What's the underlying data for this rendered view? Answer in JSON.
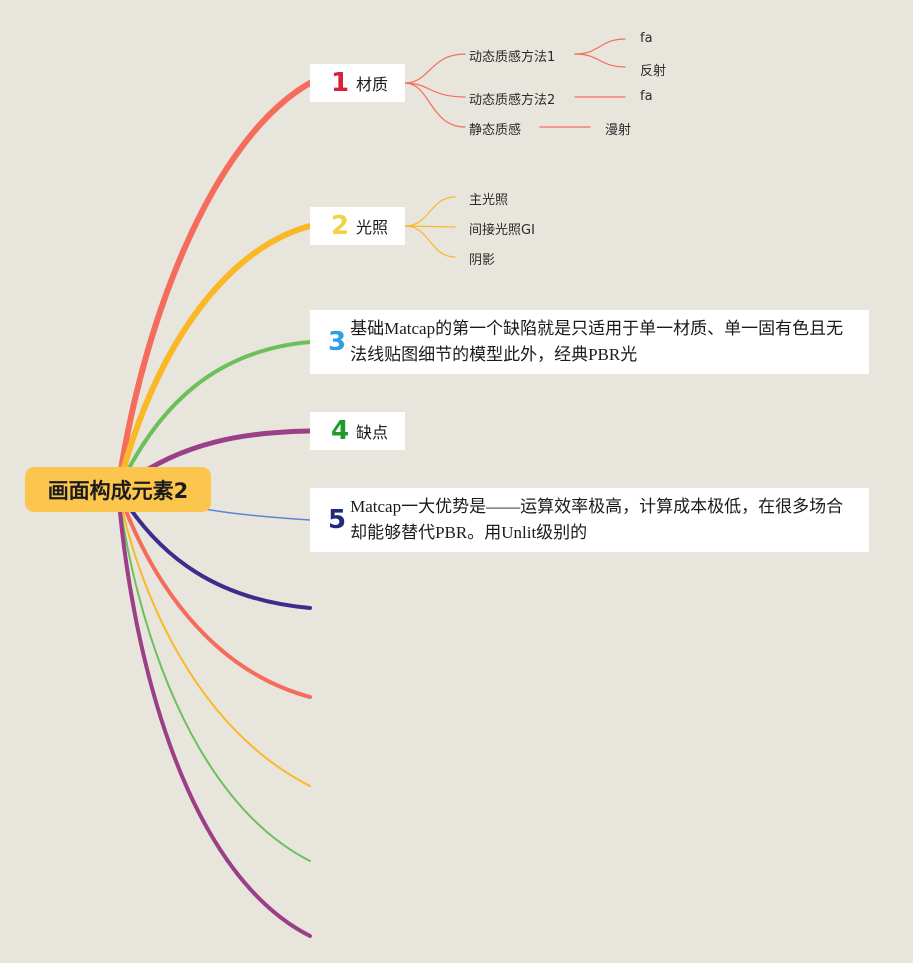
{
  "root": {
    "title": "画面构成元素2"
  },
  "colors": {
    "background": "#e8e5dd",
    "root_fill": "#fcc64e",
    "red": "#f56c5c",
    "yellow": "#fbb826",
    "green": "#6cc05a",
    "purple": "#9b3f86",
    "navy": "#3c2d8c",
    "blue": "#5b84d6",
    "num1": "#d9203d",
    "num2": "#f3d24a",
    "num3": "#2b9fe6",
    "num4": "#1e9b2a",
    "num5": "#1f2a7a"
  },
  "topics": [
    {
      "number": "1",
      "label": "材质"
    },
    {
      "number": "2",
      "label": "光照"
    },
    {
      "number": "3",
      "label": "基础Matcap的第一个缺陷就是只适用于单一材质、单一固有色且无法线贴图细节的模型此外，经典PBR光"
    },
    {
      "number": "4",
      "label": "缺点"
    },
    {
      "number": "5",
      "label": "Matcap一大优势是——运算效率极高，计算成本极低，在很多场合却能够替代PBR。用Unlit级别的"
    }
  ],
  "material": {
    "method1": "动态质感方法1",
    "method1_children": [
      "fa",
      "反射"
    ],
    "method2": "动态质感方法2",
    "method2_children": [
      "fa"
    ],
    "static": "静态质感",
    "static_children": [
      "漫射"
    ]
  },
  "lighting": {
    "children": [
      "主光照",
      "间接光照GI",
      "阴影"
    ]
  }
}
